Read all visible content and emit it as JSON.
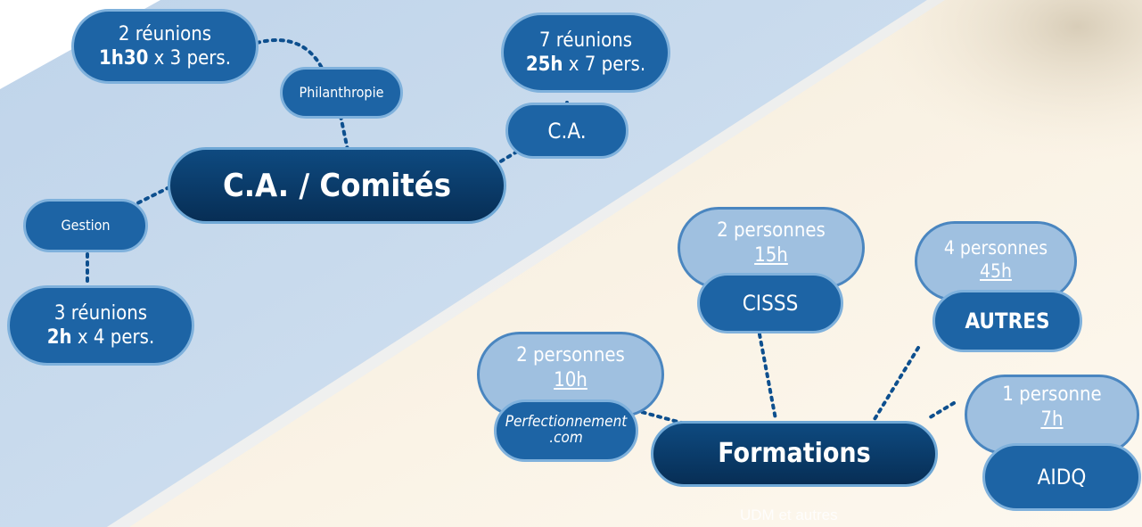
{
  "committees": {
    "central": "C.A. / Comités",
    "philanthropie": {
      "label": "Philanthropie",
      "line1": "2 réunions",
      "line2_bold": "1h30",
      "line2_rest": " x 3 pers."
    },
    "ca": {
      "label": "C.A.",
      "line1": "7 réunions",
      "line2_bold": "25h",
      "line2_rest": " x 7 pers."
    },
    "gestion": {
      "label": "Gestion",
      "line1": "3 réunions",
      "line2_bold": "2h",
      "line2_rest": " x  4 pers."
    }
  },
  "formations": {
    "central": "Formations",
    "perfectionnement": {
      "label_line1": "Perfectionnement",
      "label_line2": ".com",
      "people": "2 personnes",
      "hours": "10h"
    },
    "cisss": {
      "label": "CISSS",
      "people": "2 personnes",
      "hours": "15h"
    },
    "autres": {
      "label": "AUTRES",
      "people": "4 personnes",
      "hours": "45h"
    },
    "aidq": {
      "label": "AIDQ",
      "people": "1 personne",
      "hours": "7h"
    },
    "footnote": "UDM et autres"
  }
}
